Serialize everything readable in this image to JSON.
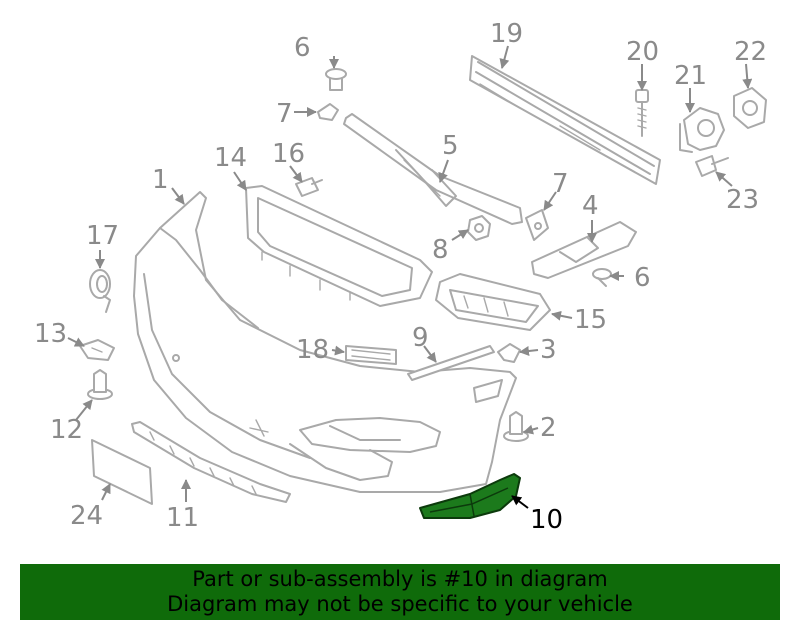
{
  "diagram": {
    "highlight_color": "#1c7a1c",
    "part_color": "#a9a9a9",
    "highlighted_part": "10",
    "labels": [
      "1",
      "2",
      "3",
      "4",
      "5",
      "6",
      "6",
      "7",
      "7",
      "8",
      "9",
      "10",
      "11",
      "12",
      "13",
      "14",
      "15",
      "16",
      "17",
      "18",
      "19",
      "20",
      "21",
      "22",
      "23",
      "24"
    ]
  },
  "banner": {
    "line1": "Part or sub-assembly is #10 in diagram",
    "line2": "Diagram may not be specific to your vehicle",
    "background": "#0f6b0a"
  }
}
